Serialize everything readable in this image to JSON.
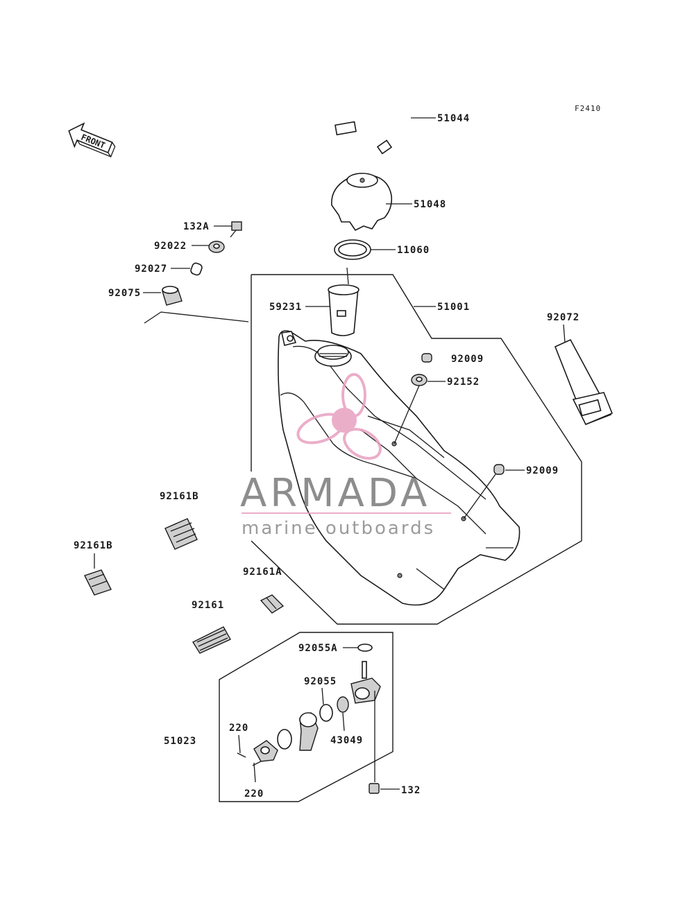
{
  "diagram": {
    "code": "F2410",
    "front_label": "FRONT",
    "watermark": {
      "brand": "ARMADA",
      "tagline": "marine outboards",
      "brand_color": "#777777",
      "logo_color": "#e8a0c0"
    },
    "parts": {
      "p51044": "51044",
      "p51048": "51048",
      "p132A": "132A",
      "p92022": "92022",
      "p11060": "11060",
      "p92027": "92027",
      "p92075": "92075",
      "p59231": "59231",
      "p51001": "51001",
      "p92072": "92072",
      "p92009a": "92009",
      "p92152": "92152",
      "p92009b": "92009",
      "p92161B_a": "92161B",
      "p92161B_b": "92161B",
      "p92161A": "92161A",
      "p92161": "92161",
      "p92055A": "92055A",
      "p92055": "92055",
      "p220a": "220",
      "p51023": "51023",
      "p43049": "43049",
      "p220b": "220",
      "p132": "132"
    }
  }
}
